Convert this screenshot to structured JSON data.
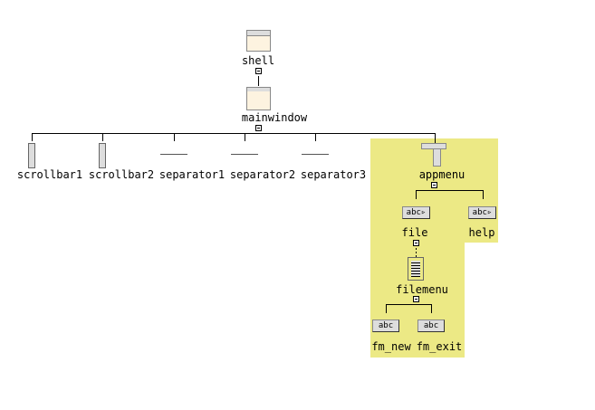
{
  "highlight_color": "#ece985",
  "nodes": {
    "shell": "shell",
    "mainwindow": "mainwindow",
    "scrollbar1": "scrollbar1",
    "scrollbar2": "scrollbar2",
    "separator1": "separator1",
    "separator2": "separator2",
    "separator3": "separator3",
    "appmenu": "appmenu",
    "file": "file",
    "help": "help",
    "filemenu": "filemenu",
    "fm_new": "fm_new",
    "fm_exit": "fm_exit"
  },
  "button_glyphs": {
    "cascade": "abc▹",
    "push": "abc"
  }
}
